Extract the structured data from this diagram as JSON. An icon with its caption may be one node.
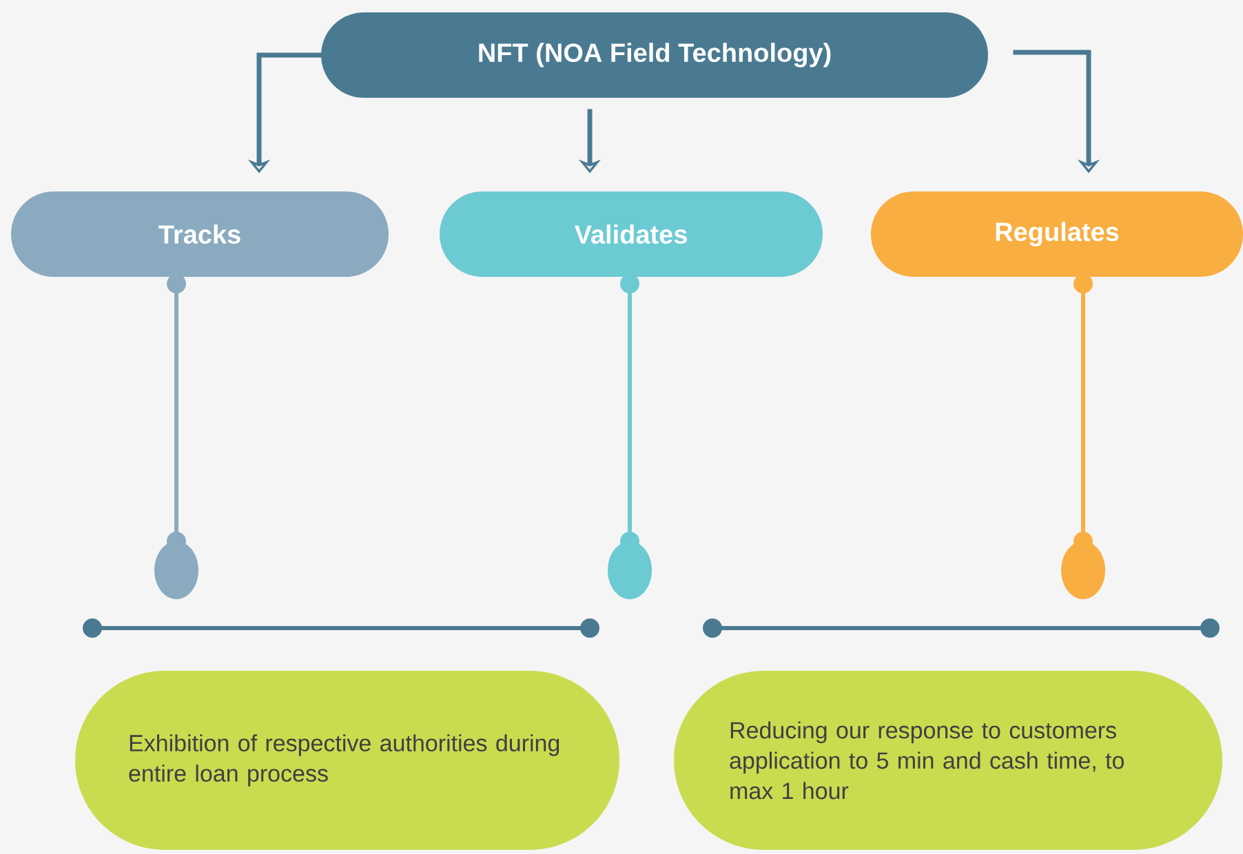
{
  "diagram": {
    "nodes": [
      {
        "text": [
          "NFT (NOA Field Technology)"
        ]
      },
      {
        "text": [
          "Tracks"
        ]
      },
      {
        "text": [
          "Validates"
        ]
      },
      {
        "text": [
          "Regulates"
        ]
      },
      {
        "text": [
          "Exhibition of respective authorities during entire loan process"
        ]
      },
      {
        "text": [
          "Reducing our response to customers application to 5 min and cash time, to max 1 hour"
        ]
      }
    ],
    "edges": [
      {
        "from": 0,
        "to": 1,
        "arrow": "to"
      },
      {
        "from": 0,
        "to": 2,
        "arrow": "to"
      },
      {
        "from": 0,
        "to": 3,
        "arrow": "to"
      }
    ]
  }
}
